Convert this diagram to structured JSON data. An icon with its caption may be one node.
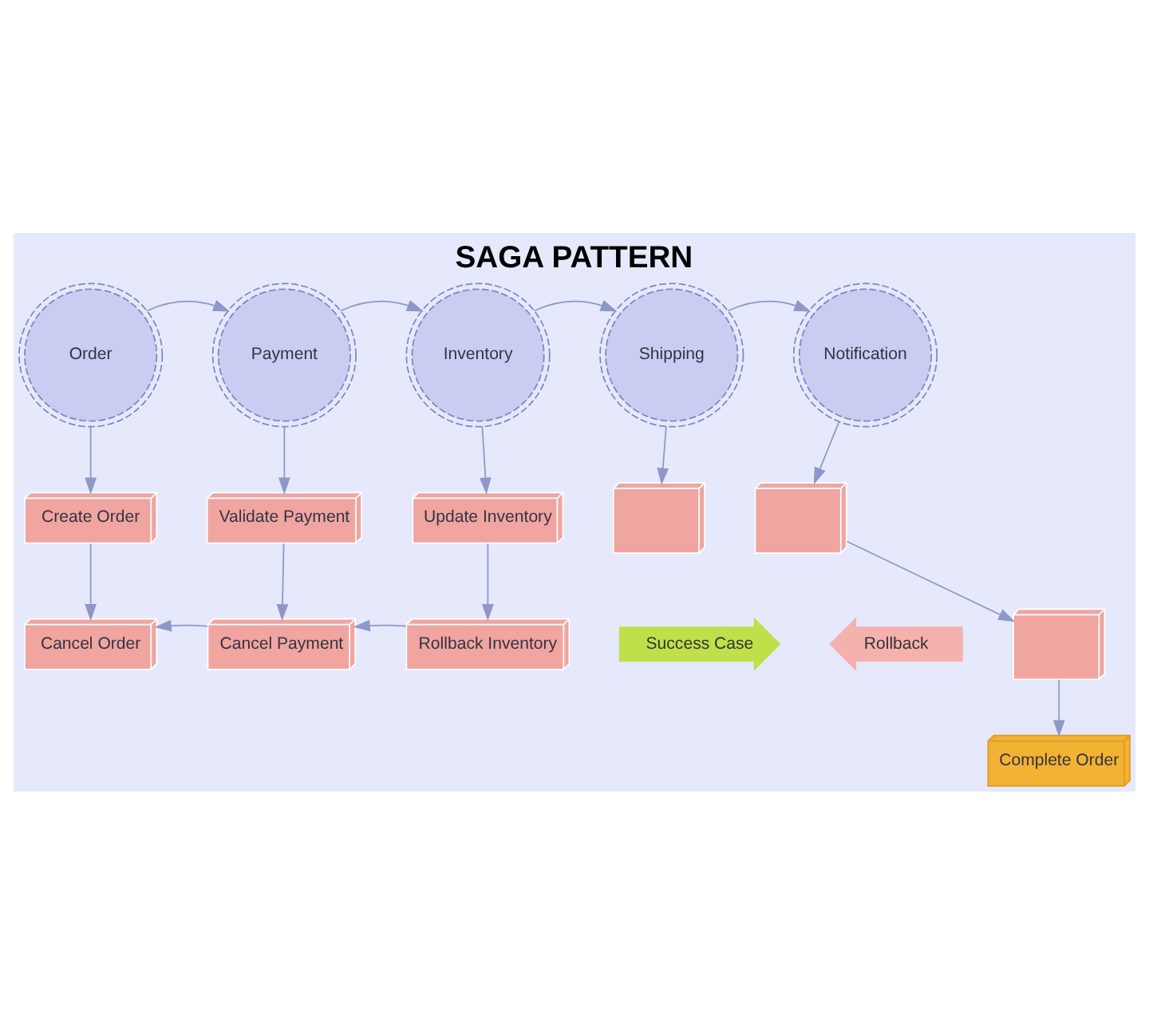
{
  "diagram": {
    "title": "SAGA PATTERN",
    "nodes": [
      {
        "text": [
          "Order"
        ]
      },
      {
        "text": [
          "Payment"
        ]
      },
      {
        "text": [
          "Inventory"
        ]
      },
      {
        "text": [
          "Shipping"
        ]
      },
      {
        "text": [
          "Notification"
        ]
      },
      {
        "text": [
          "Create Order"
        ]
      },
      {
        "text": [
          "Validate Payment"
        ]
      },
      {
        "text": [
          "Update Inventory"
        ]
      },
      {
        "text": [],
        "shape": "picture"
      },
      {
        "text": [],
        "shape": "picture"
      },
      {
        "text": [
          "Cancel Order"
        ]
      },
      {
        "text": [
          "Cancel Payment"
        ]
      },
      {
        "text": [
          "Rollback Inventory"
        ]
      },
      {
        "text": [
          "Success Case"
        ]
      },
      {
        "text": [
          "Rollback"
        ]
      },
      {
        "text": [],
        "shape": "picture"
      },
      {
        "text": [
          "Complete Order"
        ]
      }
    ],
    "edges": [
      {
        "from": 0,
        "to": 1,
        "arrow": "to"
      },
      {
        "from": 1,
        "to": 2,
        "arrow": "to"
      },
      {
        "from": 2,
        "to": 3,
        "arrow": "to"
      },
      {
        "from": 3,
        "to": 4,
        "arrow": "to"
      },
      {
        "from": 0,
        "to": 5,
        "arrow": "to"
      },
      {
        "from": 1,
        "to": 6,
        "arrow": "to"
      },
      {
        "from": 2,
        "to": 7,
        "arrow": "to"
      },
      {
        "from": 3,
        "to": 8,
        "arrow": "to"
      },
      {
        "from": 4,
        "to": 9,
        "arrow": "to"
      },
      {
        "from": 5,
        "to": 10,
        "arrow": "to"
      },
      {
        "from": 6,
        "to": 11,
        "arrow": "to"
      },
      {
        "from": 7,
        "to": 12,
        "arrow": "to"
      },
      {
        "from": 12,
        "to": 11,
        "arrow": "to"
      },
      {
        "from": 11,
        "to": 10,
        "arrow": "to"
      },
      {
        "from": 9,
        "to": 15,
        "arrow": "to"
      },
      {
        "from": 15,
        "to": 16,
        "arrow": "to"
      }
    ]
  }
}
